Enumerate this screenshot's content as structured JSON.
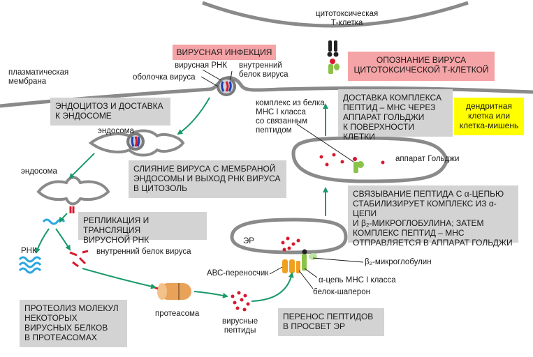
{
  "labels": {
    "tcell": "цитотоксическая\nТ-клетка",
    "membrane": "плазматическая\nмембрана",
    "viral_rna": "вирусная РНК",
    "inner_protein_top": "внутренний\nбелок вируса",
    "envelope": "оболочка вируса",
    "endosome1": "эндосома",
    "endosome2": "эндосома",
    "mhc_complex": "комплекс из белка\nMHC I класса\nсо связанным\nпептидом",
    "golgi": "аппарат Гольджи",
    "rna": "РНК",
    "inner_protein_mid": "внутренний белок вируса",
    "er": "ЭР",
    "b2m": "β₂-микроглобулин",
    "abc": "АВС-переносчик",
    "alpha_chain": "α-цепь МНС I класса",
    "chaperone": "белок-шаперон",
    "proteasome": "протеасома",
    "peptides": "вирусные\nпептиды"
  },
  "boxes": {
    "viral_infection": "ВИРУСНАЯ ИНФЕКЦИЯ",
    "recognition": "ОПОЗНАНИЕ ВИРУСА\nЦИТОТОКСИЧЕСКОЙ Т-КЛЕТКОЙ",
    "endocytosis": "ЭНДОЦИТОЗ И ДОСТАВКА\nК ЭНДОСОМЕ",
    "delivery": "ДОСТАВКА КОМПЛЕКСА\nПЕПТИД – МНС ЧЕРЕЗ\nАППАРАТ ГОЛЬДЖИ\nК ПОВЕРХНОСТИ КЛЕТКИ",
    "dendritic": "дендритная\nклетка или\nклетка-мишень",
    "fusion": "СЛИЯНИЕ ВИРУСА С МЕМБРАНОЙ\nЭНДОСОМЫ И ВЫХОД РНК ВИРУСА\nВ ЦИТОЗОЛЬ",
    "replication": "РЕПЛИКАЦИЯ И ТРАНСЛЯЦИЯ\nВИРУСНОЙ РНК",
    "binding": "СВЯЗЫВАНИЕ ПЕПТИДА С α-ЦЕПЬЮ\nСТАБИЛИЗИРУЕТ КОМПЛЕКС ИЗ α-ЦЕПИ\nИ β₂-МИКРОГЛОБУЛИНА; ЗАТЕМ\nКОМПЛЕКС ПЕПТИД – МНС\nОТПРАВЛЯЕТСЯ В АППАРАТ ГОЛЬДЖИ",
    "proteolysis": "ПРОТЕОЛИЗ МОЛЕКУЛ\nНЕКОТОРЫХ\nВИРУСНЫХ БЕЛКОВ\nВ ПРОТЕАСОМАХ",
    "transport": "ПЕРЕНОС ПЕПТИДОВ\nВ ПРОСВЕТ ЭР"
  },
  "colors": {
    "membrane": "#8a8a8a",
    "arrow": "#1a9a6a",
    "peptide": "#d7192e",
    "gray_box": "#d3d3d3",
    "pink_box": "#f4a3a6",
    "yellow_box": "#ffff00"
  }
}
